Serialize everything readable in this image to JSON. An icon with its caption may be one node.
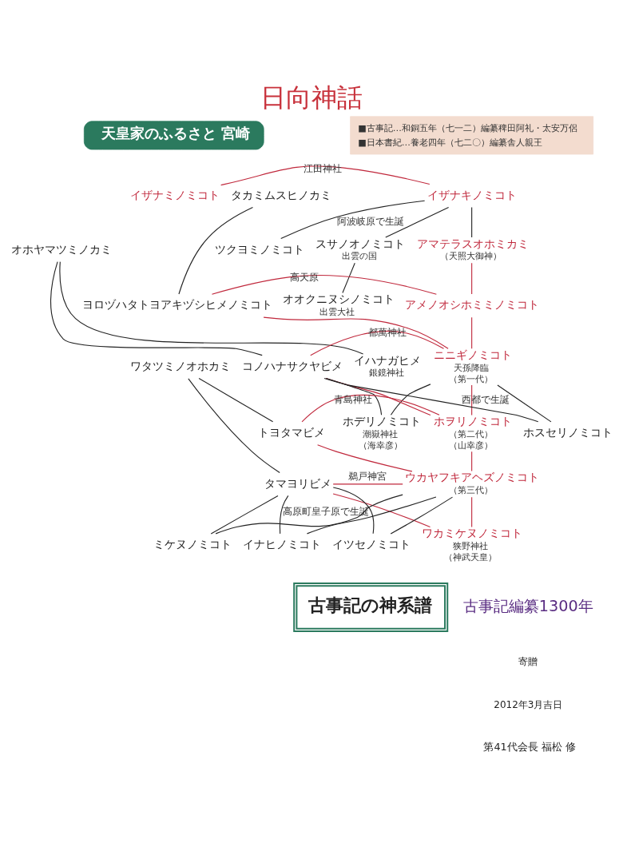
{
  "diagram": {
    "title": "日向神話",
    "nodes": [
      {
        "text": [
          "天皇家のふるさと 宮崎"
        ]
      },
      {
        "text": [
          "■古事記…和銅五年（七一二）編纂稗田阿礼・太安万侶",
          "■日本書紀…養老四年（七二〇）編纂舎人親王"
        ]
      },
      {
        "text": [
          "イザナキノミコト"
        ]
      },
      {
        "text": [
          "イザナミノミコト"
        ]
      },
      {
        "text": [
          "アマテラスオホミカミ"
        ],
        "beside": [
          "（天照大御神）"
        ]
      },
      {
        "text": [
          "ツクヨミノミコト"
        ]
      },
      {
        "text": [
          "スサノオノミコト"
        ],
        "beside": [
          "出雲の国"
        ]
      },
      {
        "text": [
          "オオクニヌシノミコト"
        ],
        "beside": [
          "出雲大社"
        ]
      },
      {
        "text": [
          "タカミムスヒノカミ"
        ]
      },
      {
        "text": [
          "ヨロヅハタトヨアキヅシヒメノミコト"
        ]
      },
      {
        "text": [
          "アメノオシホミミノミコト"
        ]
      },
      {
        "text": [
          "ニニギノミコト"
        ],
        "beside": [
          "天孫降臨",
          "（第一代）"
        ]
      },
      {
        "text": [
          "オホヤマツミノカミ"
        ]
      },
      {
        "text": [
          "イハナガヒメ"
        ],
        "beside": [
          "銀鏡神社"
        ]
      },
      {
        "text": [
          "コノハナサクヤビメ"
        ]
      },
      {
        "text": [
          "ホヲリノミコト"
        ],
        "beside": [
          "（第二代）",
          "（山幸彦）"
        ]
      },
      {
        "text": [
          "ホスセリノミコト"
        ]
      },
      {
        "text": [
          "ホデリノミコト"
        ],
        "beside": [
          "潮嶽神社",
          "（海幸彦）"
        ]
      },
      {
        "text": [
          "ワタツミノオホカミ"
        ]
      },
      {
        "text": [
          "トヨタマビメ"
        ]
      },
      {
        "text": [
          "タマヨリビメ"
        ]
      },
      {
        "text": [
          "ウカヤフキアヘズノミコト"
        ],
        "beside": [
          "（第三代）"
        ]
      },
      {
        "text": [
          "ワカミケヌノミコト"
        ],
        "beside": [
          "狭野神社",
          "（神武天皇）"
        ]
      },
      {
        "text": [
          "ミケヌノミコト"
        ]
      },
      {
        "text": [
          "イナヒノミコト"
        ]
      },
      {
        "text": [
          "イツセノミコト"
        ]
      },
      {
        "text": [
          "古事記の神系譜"
        ]
      }
    ],
    "edges": [
      {
        "from": 3,
        "to": 2,
        "arrow": "none",
        "label": "江田神社",
        "color": "#c0283c"
      },
      {
        "from": 2,
        "to": 4,
        "arrow": "none"
      },
      {
        "from": 2,
        "to": 5,
        "arrow": "none",
        "label": "阿波岐原で生誕"
      },
      {
        "from": 2,
        "to": 6,
        "arrow": "none"
      },
      {
        "from": 6,
        "to": 7,
        "arrow": "none"
      },
      {
        "from": 4,
        "to": 10,
        "arrow": "none",
        "color": "#c0283c"
      },
      {
        "from": 8,
        "to": 9,
        "arrow": "none"
      },
      {
        "from": 9,
        "to": 10,
        "arrow": "none",
        "label": "高天原",
        "color": "#c0283c"
      },
      {
        "from": 9,
        "to": 11,
        "arrow": "none",
        "color": "#c0283c"
      },
      {
        "from": 10,
        "to": 11,
        "arrow": "none",
        "color": "#c0283c"
      },
      {
        "from": 12,
        "to": 13,
        "arrow": "none"
      },
      {
        "from": 12,
        "to": 14,
        "arrow": "none"
      },
      {
        "from": 14,
        "to": 11,
        "arrow": "none",
        "label": "都萬神社",
        "color": "#c0283c"
      },
      {
        "from": 14,
        "to": 15,
        "arrow": "none",
        "color": "#c0283c"
      },
      {
        "from": 11,
        "to": 15,
        "arrow": "none",
        "color": "#c0283c"
      },
      {
        "from": 14,
        "to": 16,
        "arrow": "none",
        "label": "西都で生誕"
      },
      {
        "from": 11,
        "to": 16,
        "arrow": "none"
      },
      {
        "from": 14,
        "to": 17,
        "arrow": "none"
      },
      {
        "from": 11,
        "to": 17,
        "arrow": "none"
      },
      {
        "from": 18,
        "to": 20,
        "arrow": "none"
      },
      {
        "from": 18,
        "to": 19,
        "arrow": "none"
      },
      {
        "from": 19,
        "to": 15,
        "arrow": "none",
        "label": "青島神社",
        "color": "#c0283c"
      },
      {
        "from": 19,
        "to": 21,
        "arrow": "none",
        "color": "#c0283c"
      },
      {
        "from": 15,
        "to": 21,
        "arrow": "none",
        "color": "#c0283c"
      },
      {
        "from": 20,
        "to": 21,
        "arrow": "none",
        "label": "鵜戸神宮",
        "color": "#c0283c"
      },
      {
        "from": 20,
        "to": 22,
        "arrow": "none",
        "color": "#c0283c"
      },
      {
        "from": 21,
        "to": 22,
        "arrow": "none",
        "color": "#c0283c"
      },
      {
        "from": 20,
        "to": 23,
        "arrow": "none"
      },
      {
        "from": 21,
        "to": 23,
        "arrow": "none"
      },
      {
        "from": 20,
        "to": 24,
        "arrow": "none",
        "label": "高原町皇子原で生誕"
      },
      {
        "from": 21,
        "to": 24,
        "arrow": "none"
      },
      {
        "from": 20,
        "to": 25,
        "arrow": "none"
      },
      {
        "from": 21,
        "to": 25,
        "arrow": "none"
      }
    ],
    "labels": [
      "古事記編纂1300年",
      "寄贈",
      "2012年3月吉日",
      "第41代会長 福松 修"
    ]
  }
}
